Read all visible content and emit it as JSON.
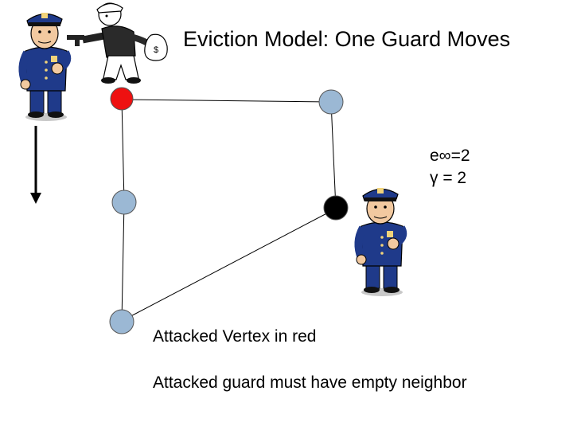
{
  "title": "Eviction Model: One Guard Moves",
  "params": {
    "e_line": "e∞=2",
    "gamma_line": "γ = 2"
  },
  "notes": [
    "Attacked Vertex in red",
    "Attacked guard must have empty neighbor"
  ],
  "colors": {
    "attacked": "#ee1111",
    "guard": "#000000",
    "empty": "#9bb8d4",
    "uniform": "#1f3a8a",
    "skin": "#f2c9a0"
  },
  "icons": [
    "police-guard-icon",
    "robber-icon",
    "money-bag-icon",
    "down-arrow-icon"
  ]
}
